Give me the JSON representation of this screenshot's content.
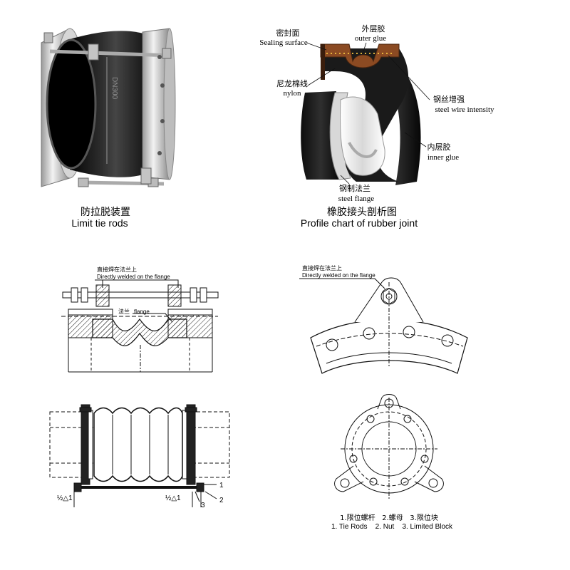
{
  "photo": {
    "stamp": "DN300",
    "caption_cn": "防拉脱装置",
    "caption_en": "Limit tie rods"
  },
  "profile": {
    "caption_cn": "橡胶接头剖析图",
    "caption_en": "Profile chart of rubber joint",
    "labels": {
      "sealing_cn": "密封面",
      "sealing_en": "Sealing surface",
      "outer_cn": "外层胶",
      "outer_en": "outer glue",
      "nylon_cn": "尼龙棉线",
      "nylon_en": "nylon",
      "wire_cn": "钢丝增强",
      "wire_en": "steel wire intensity",
      "inner_cn": "内层胶",
      "inner_en": "inner glue",
      "flange_cn": "钢制法兰",
      "flange_en": "steel flange"
    }
  },
  "section_drawing": {
    "welded_cn": "直接焊在法兰上",
    "welded_en": "Directly welded on the flange",
    "flange_cn": "法兰",
    "flange_en": "flange"
  },
  "plate_drawing": {
    "welded_cn": "直接焊在法兰上",
    "welded_en": "Directly welded on the flange"
  },
  "bellows_drawing": {
    "num1": "1",
    "num2": "2",
    "num3": "3",
    "gap_left": "½△1",
    "gap_right": "½△1"
  },
  "legend": {
    "cn": "1.限位螺杆   2.螺母   3.限位块",
    "en": "1. Tie Rods    2. Nut    3. Limited Block"
  },
  "colors": {
    "rubber": "#121212",
    "steel": "#c8c8c8",
    "rust": "#8b4a22",
    "line": "#111111"
  }
}
